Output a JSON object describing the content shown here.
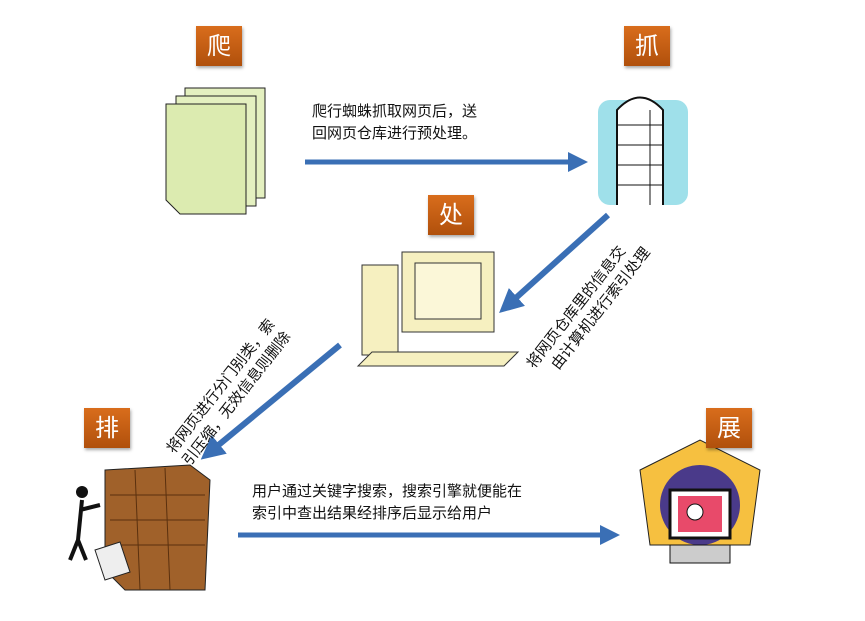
{
  "labels": {
    "crawl": "爬",
    "grab": "抓",
    "process": "处",
    "rank": "排",
    "display": "展"
  },
  "texts": {
    "crawl_to_grab": [
      "爬行蜘蛛抓取网页后，送",
      "回网页仓库进行预处理。"
    ],
    "grab_to_process": [
      "将网页仓库里的信息交",
      "由计算机进行索引处理"
    ],
    "process_to_rank": [
      "将网页进行分门别类，索",
      "引压缩，无效信息则删除"
    ],
    "rank_to_display": [
      "用户通过关键字搜索，搜索引擎就便能在",
      "索引中查出结果经排序后显示给用户"
    ]
  },
  "colors": {
    "arrow": "#3a6fb5",
    "label": "#c45f12"
  }
}
